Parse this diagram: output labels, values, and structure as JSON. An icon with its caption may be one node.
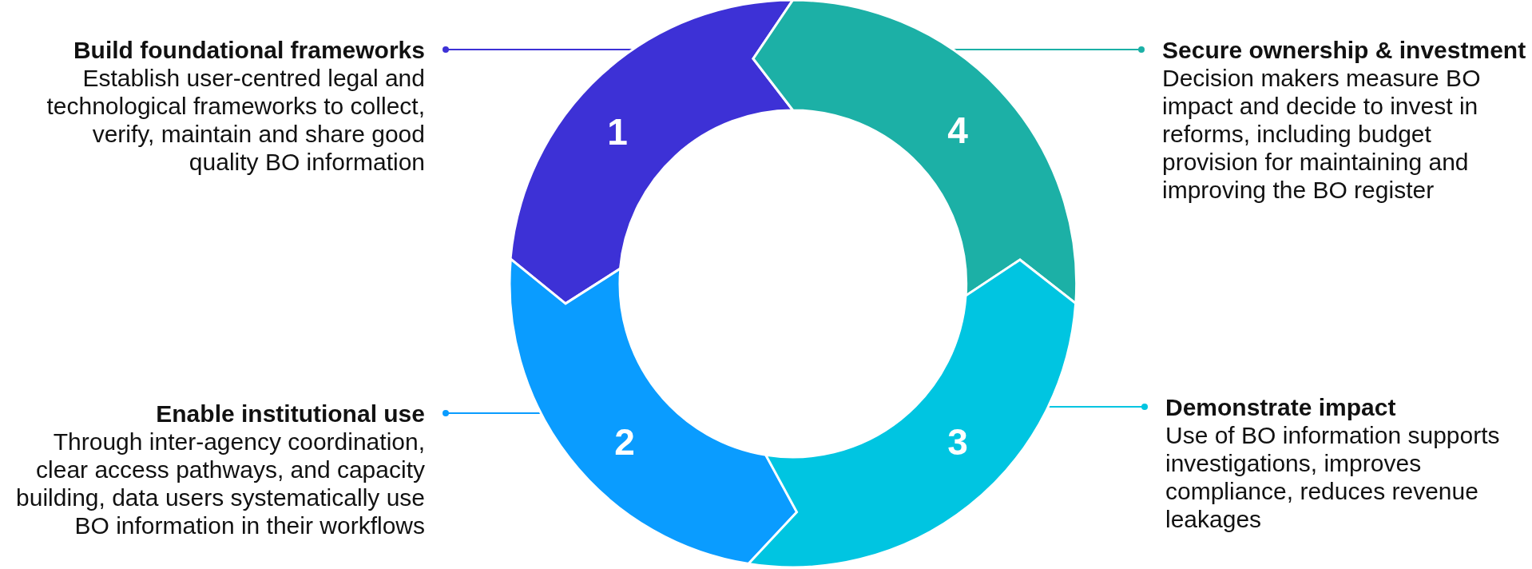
{
  "diagram": {
    "nodes": [
      {
        "text": [
          "Build foundational frameworks",
          "Establish user-centred legal and technological frameworks to collect, verify, maintain and share good quality BO information"
        ]
      },
      {
        "text": [
          "1"
        ]
      },
      {
        "text": [
          "4"
        ]
      },
      {
        "text": [
          "Secure ownership & investment",
          "Decision makers measure BO impact and decide to invest in reforms, including budget provision for maintaining and improving the BO register"
        ]
      },
      {
        "text": [
          "Enable institutional use",
          "Through inter-agency coordination, clear access pathways, and capacity building, data users systematically use BO information in their workflows"
        ]
      },
      {
        "text": [
          "2"
        ]
      },
      {
        "text": [
          "3"
        ]
      },
      {
        "text": [
          "Demonstrate impact",
          "Use of BO information supports investigations, improves compliance, reduces revenue leakages"
        ]
      }
    ],
    "edges": [
      {
        "from": 0,
        "to": 1,
        "arrow": "other",
        "color": "#3d31d6"
      },
      {
        "from": 3,
        "to": 2,
        "arrow": "other",
        "color": "#1cb0a6"
      },
      {
        "from": 4,
        "to": 5,
        "arrow": "other",
        "color": "#0a9cff"
      },
      {
        "from": 7,
        "to": 6,
        "arrow": "other",
        "color": "#00c5e1"
      }
    ]
  }
}
